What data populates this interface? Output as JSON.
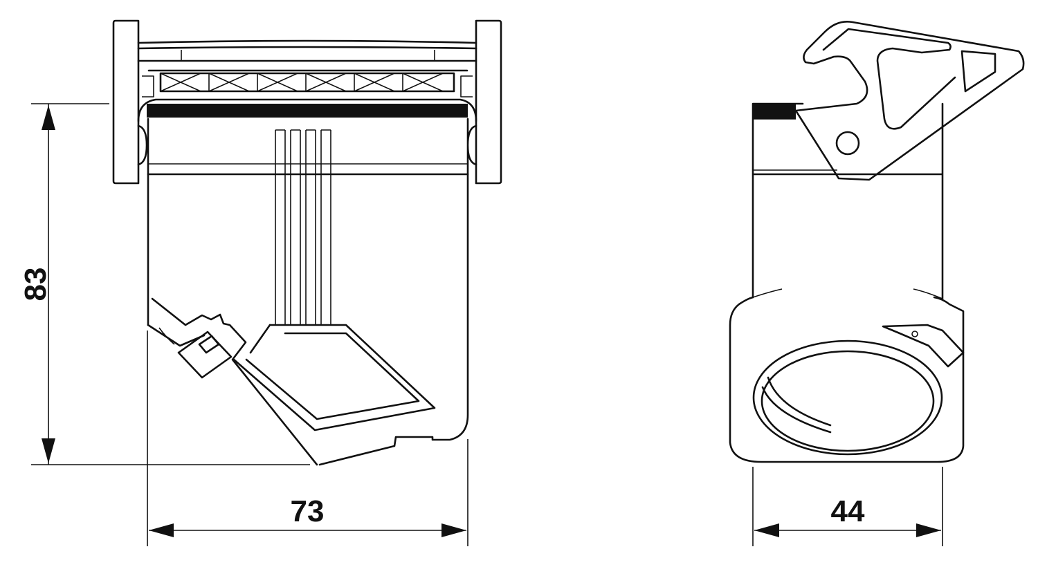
{
  "drawing": {
    "dimensions": {
      "height_front": "83",
      "width_front": "73",
      "width_side": "44"
    },
    "colors": {
      "line": "#111111",
      "background": "#ffffff"
    }
  }
}
